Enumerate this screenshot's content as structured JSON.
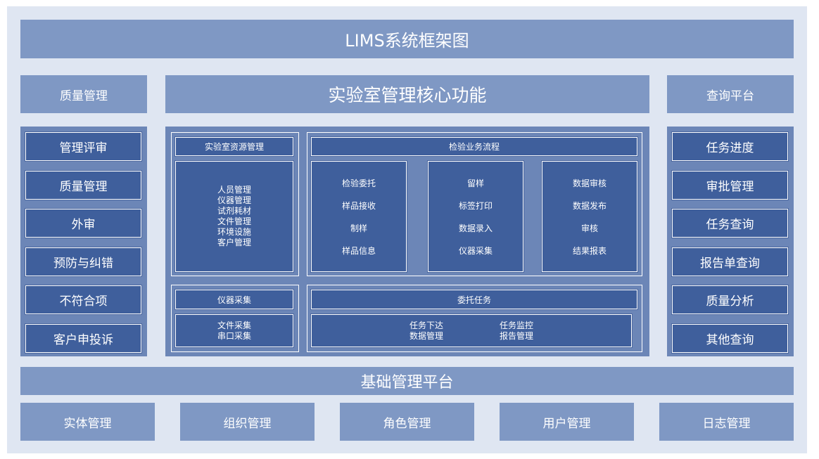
{
  "title": "LIMS系统框架图",
  "quality": {
    "header": "质量管理",
    "items": [
      "管理评审",
      "质量管理",
      "外审",
      "预防与纠错",
      "不符合项",
      "客户申投诉"
    ]
  },
  "core": {
    "header": "实验室管理核心功能",
    "resource": {
      "title": "实验室资源管理",
      "items": [
        "人员管理",
        "仪器管理",
        "试剂耗材",
        "文件管理",
        "环境设施",
        "客户管理"
      ]
    },
    "flow": {
      "title": "检验业务流程",
      "col1": [
        "检验委托",
        "样品接收",
        "制样",
        "样品信息"
      ],
      "col2": [
        "留样",
        "标签打印",
        "数据录入",
        "仪器采集"
      ],
      "col3": [
        "数据审核",
        "数据发布",
        "审核",
        "结果报表"
      ]
    },
    "instrument": {
      "title": "仪器采集",
      "items": [
        "文件采集",
        "串口采集"
      ]
    },
    "task": {
      "title": "委托任务",
      "left": [
        "任务下达",
        "数据管理"
      ],
      "right": [
        "任务监控",
        "报告管理"
      ]
    }
  },
  "query": {
    "header": "查询平台",
    "items": [
      "任务进度",
      "审批管理",
      "任务查询",
      "报告单查询",
      "质量分析",
      "其他查询"
    ]
  },
  "base": {
    "title": "基础管理平台",
    "items": [
      "实体管理",
      "组织管理",
      "角色管理",
      "用户管理",
      "日志管理"
    ]
  },
  "colors": {
    "frame": "#dfe6f2",
    "light": "#7f98c4",
    "panel": "#6c86b7",
    "dark": "#3f5f9c"
  }
}
